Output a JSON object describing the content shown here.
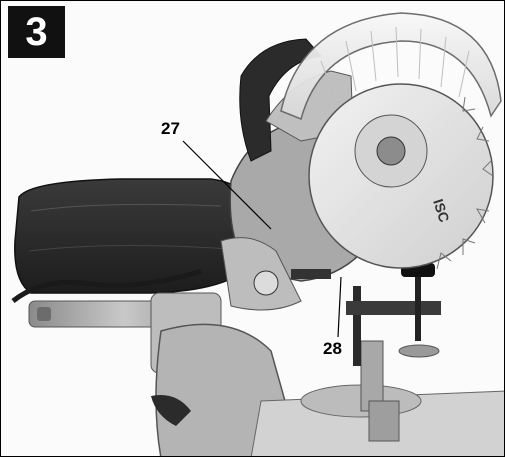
{
  "figure": {
    "number": "3",
    "callouts": [
      {
        "label": "27"
      },
      {
        "label": "28"
      }
    ],
    "blade_brand": "ISC",
    "colors": {
      "background": "#ffffff",
      "badge": "#111111",
      "metal_light": "#c9c9c9",
      "metal_mid": "#9a9a9a",
      "dust_bag": "#2a2a2a"
    }
  }
}
